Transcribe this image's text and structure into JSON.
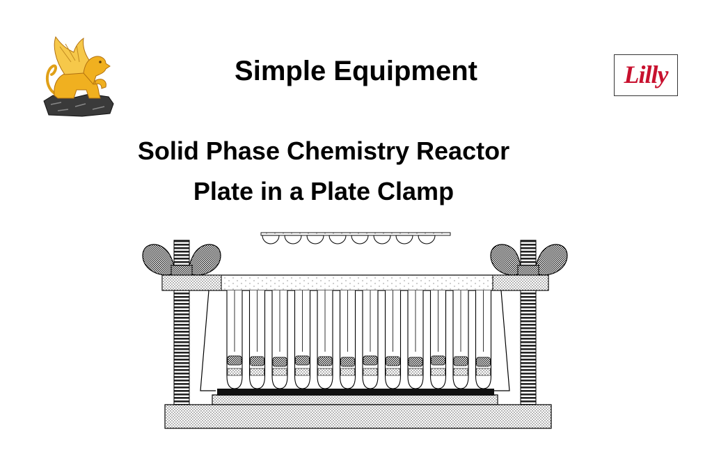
{
  "slide": {
    "title": "Simple Equipment",
    "subtitle_line1": "Solid Phase Chemistry Reactor",
    "subtitle_line2": "Plate in a Plate Clamp"
  },
  "logos": {
    "left": "griffin-icon",
    "right_text": "Lilly",
    "right_color": "#c8102e"
  },
  "colors": {
    "griffin_gold": "#f0b020",
    "rock": "#3a3a3a",
    "stroke": "#000000"
  },
  "diagram": {
    "tube_count": 12,
    "cap_count": 8
  }
}
